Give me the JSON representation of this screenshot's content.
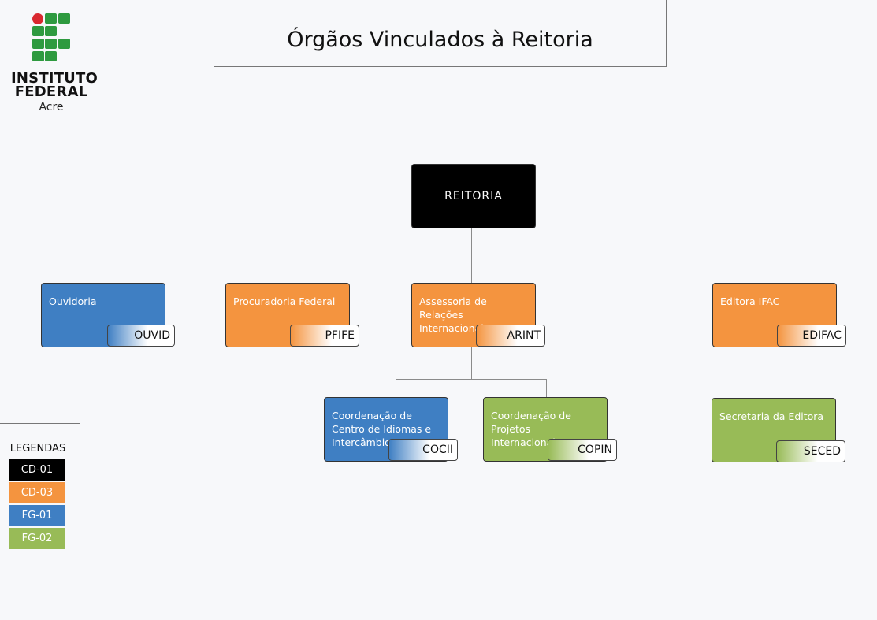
{
  "logo": {
    "line1": "INSTITUTO",
    "line2": "FEDERAL",
    "line3": "Acre",
    "colors": {
      "green": "#2e9a3f",
      "red": "#d9282f"
    }
  },
  "title": "Órgãos Vinculados à Reitoria",
  "nodes": {
    "reitoria": {
      "label": "REITORIA",
      "level": "CD-01"
    },
    "ouvidoria": {
      "label": "Ouvidoria",
      "code": "OUVID",
      "level": "FG-01"
    },
    "procuradoria": {
      "label": "Procuradoria Federal",
      "code": "PFIFE",
      "level": "CD-03"
    },
    "assessoria": {
      "label": "Assessoria de Relações Internacionais",
      "code": "ARINT",
      "level": "CD-03"
    },
    "editora": {
      "label": "Editora IFAC",
      "code": "EDIFAC",
      "level": "CD-03"
    },
    "coordenacao_idiomas": {
      "label": "Coordenação de Centro de Idiomas e Intercâmbio",
      "code": "COCII",
      "level": "FG-01"
    },
    "coordenacao_projetos": {
      "label": "Coordenação de Projetos Internacionais",
      "code": "COPIN",
      "level": "FG-02"
    },
    "secretaria_editora": {
      "label": "Secretaria da Editora",
      "code": "SECED",
      "level": "FG-02"
    }
  },
  "legend": {
    "title": "LEGENDAS",
    "items": [
      {
        "label": "CD-01",
        "color": "#000000"
      },
      {
        "label": "CD-03",
        "color": "#f4943f"
      },
      {
        "label": "FG-01",
        "color": "#3f7fc3"
      },
      {
        "label": "FG-02",
        "color": "#98bb57"
      }
    ]
  }
}
